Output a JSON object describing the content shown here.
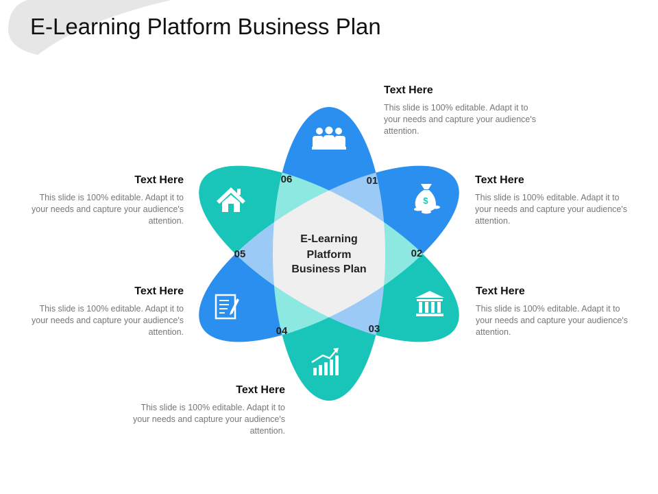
{
  "title": "E-Learning Platform Business Plan",
  "center_label": [
    "E-Learning",
    "Platform",
    "Business Plan"
  ],
  "colors": {
    "blue": "#2b8ff0",
    "teal": "#18c5b8",
    "light_blue": "#9ccaf7",
    "light_teal": "#8ce8e0",
    "center": "#efefef"
  },
  "items": [
    {
      "number": "01",
      "heading": "Text Here",
      "body": "This slide is 100% editable. Adapt it to your needs and capture your audience's attention.",
      "icon": "team-icon"
    },
    {
      "number": "02",
      "heading": "Text Here",
      "body": "This slide is 100% editable. Adapt it to your needs and capture your audience's attention.",
      "icon": "money-bag-icon"
    },
    {
      "number": "03",
      "heading": "Text Here",
      "body": "This slide is 100% editable. Adapt it to your needs and capture your audience's attention.",
      "icon": "bank-icon"
    },
    {
      "number": "04",
      "heading": "Text Here",
      "body": "This slide is 100% editable. Adapt it to your needs and capture your audience's attention.",
      "icon": "growth-chart-icon"
    },
    {
      "number": "05",
      "heading": "Text Here",
      "body": "This slide is 100% editable. Adapt it to your needs and capture your audience's attention.",
      "icon": "document-pen-icon"
    },
    {
      "number": "06",
      "heading": "Text Here",
      "body": "This slide is 100% editable. Adapt it to your needs and capture your audience's attention.",
      "icon": "home-icon"
    }
  ]
}
